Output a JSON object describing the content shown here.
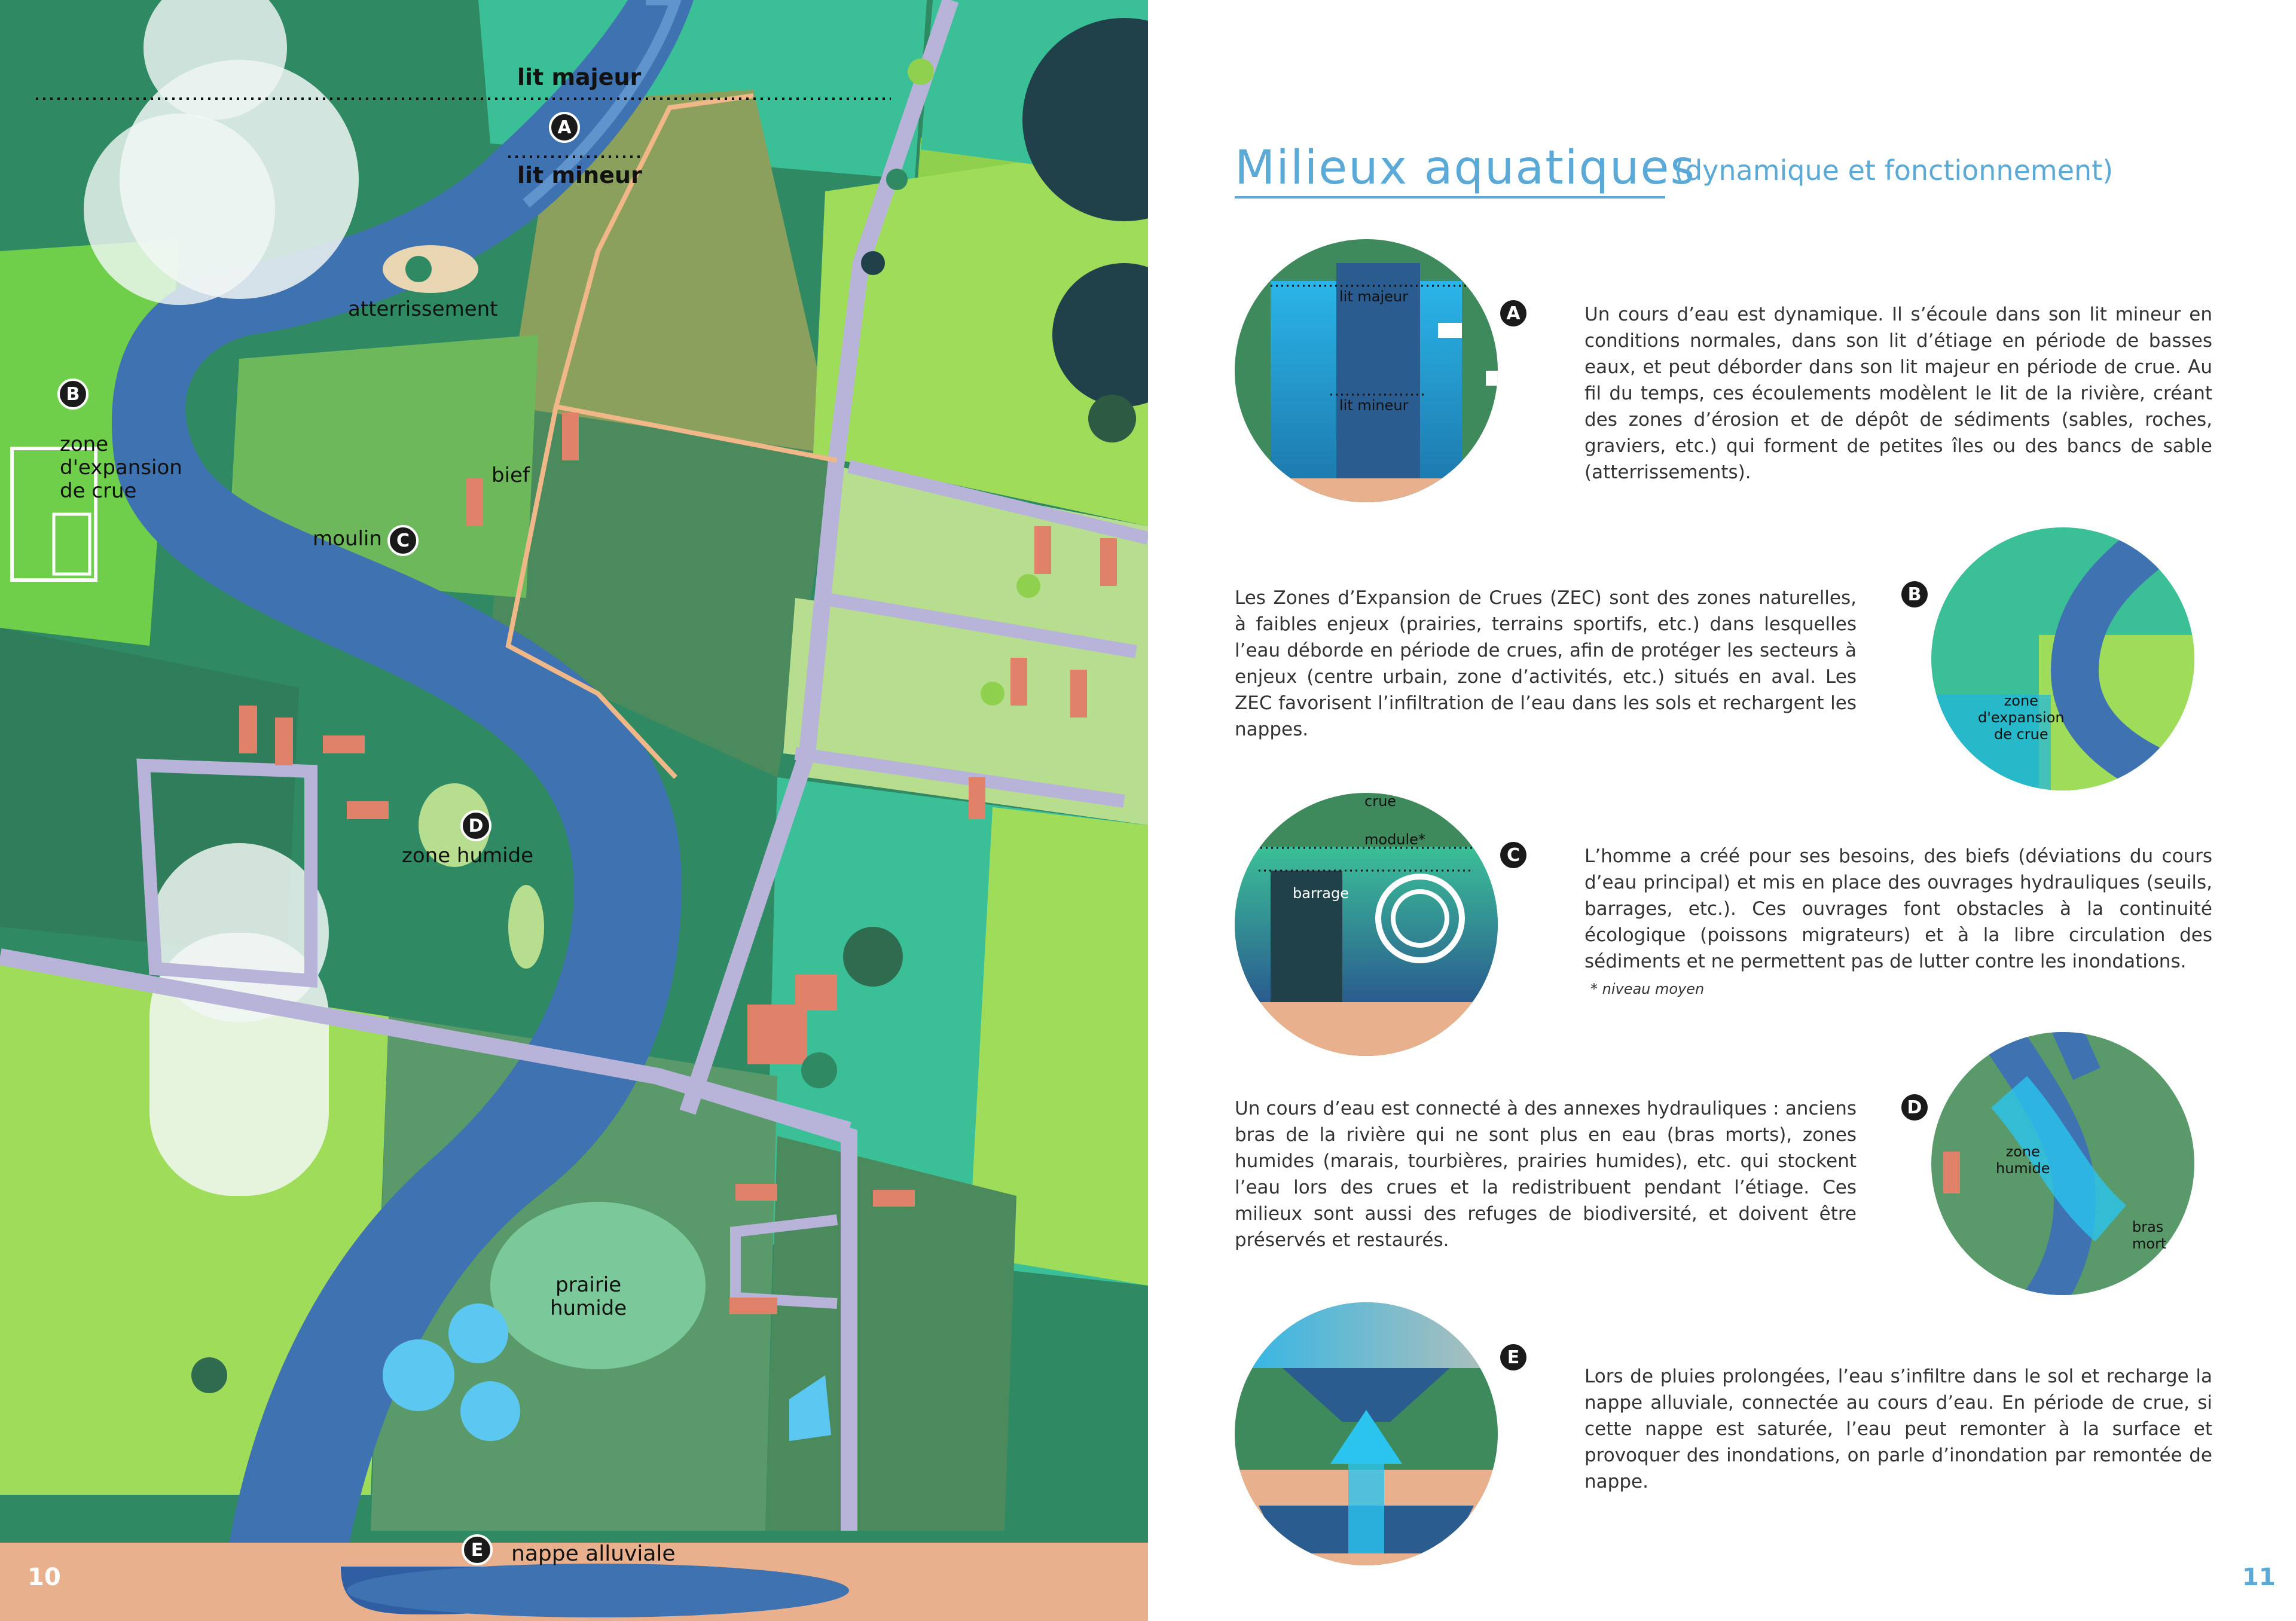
{
  "left_page": {
    "labels": {
      "lit_majeur": "lit majeur",
      "lit_mineur": "lit mineur",
      "atterrissement": "atterrissement",
      "zone_expansion": "zone\nd'expansion\nde crue",
      "bief": "bief",
      "moulin": "moulin",
      "zone_humide": "zone humide",
      "prairie_humide": "prairie\nhumide",
      "nappe_alluviale": "nappe alluviale"
    },
    "markers": {
      "a": "A",
      "b": "B",
      "c": "C",
      "d": "D",
      "e": "E"
    },
    "page_number": "10"
  },
  "right_page": {
    "title": "Milieux aquatiques",
    "subtitle": "(dynamique et fonctionnement)",
    "sections": [
      {
        "marker": "A",
        "text": "Un cours d’eau est dynamique. Il s’écoule dans son lit mineur en conditions normales, dans son lit d’étiage en période de basses eaux, et peut déborder dans son lit majeur en période de crue. Au fil du temps, ces écoulements modèlent le lit de la rivière, créant des zones d’érosion et de dépôt de sédiments (sables, roches, graviers, etc.) qui forment de petites îles ou des bancs de sable (atterrissements).",
        "circle_labels": {
          "top": "lit majeur",
          "bottom": "lit mineur"
        }
      },
      {
        "marker": "B",
        "text": "Les Zones d’Expansion de Crues (ZEC) sont des zones naturelles, à faibles enjeux (prairies, terrains sportifs, etc.) dans lesquelles l’eau déborde en période de crues, afin de protéger les secteurs à enjeux (centre urbain, zone d’activités, etc.) situés en aval. Les ZEC favorisent l’infiltration de l’eau dans les sols et rechargent les nappes.",
        "circle_labels": {
          "main": "zone\nd'expansion\nde crue"
        }
      },
      {
        "marker": "C",
        "text": "L’homme a créé pour ses besoins, des biefs (déviations du cours d’eau principal) et mis en place des ouvrages hydrauliques (seuils, barrages, etc.). Ces ouvrages font obstacles à la continuité écologique (poissons migrateurs) et à la libre circulation des sédiments et ne permettent pas de lutter contre les inondations.",
        "note": "* niveau moyen",
        "circle_labels": {
          "crue": "crue",
          "module": "module*",
          "barrage": "barrage"
        }
      },
      {
        "marker": "D",
        "text": "Un cours d’eau est connecté à des annexes hydrauliques : anciens bras de la rivière qui ne sont plus en eau (bras morts), zones humides (marais, tourbières, prairies humides), etc. qui stockent l’eau lors des crues et la redistribuent pendant l’étiage. Ces milieux sont aussi des refuges de biodiversité, et doivent être préservés et restaurés.",
        "circle_labels": {
          "zone": "zone\nhumide",
          "bras": "bras\nmort"
        }
      },
      {
        "marker": "E",
        "text": "Lors de pluies prolongées, l’eau s’infiltre dans le sol et recharge la nappe alluviale, connectée au cours d’eau. En période de crue, si cette nappe est saturée, l’eau peut remonter à la surface et provoquer des inondations, on parle d’inondation par remontée de nappe."
      }
    ],
    "page_number": "11"
  },
  "colors": {
    "river": "#3f72b0",
    "river_light": "#6fa3d8",
    "teal": "#3bbf97",
    "green_light": "#8fd14f",
    "green_dark": "#2f7d5a",
    "road": "#b8b3d9",
    "roof": "#e0826a",
    "sand": "#e9b08d",
    "accent_blue": "#5aa9d6"
  }
}
